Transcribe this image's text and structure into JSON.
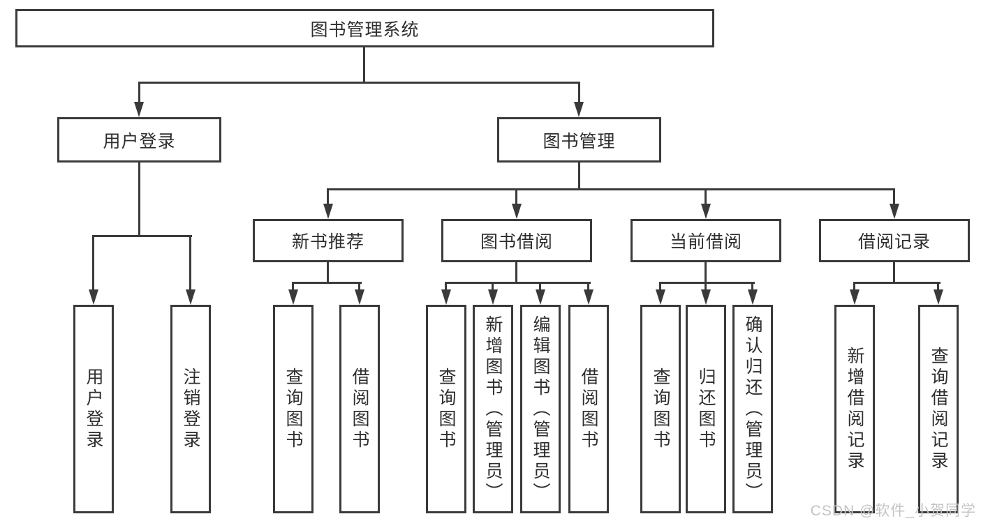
{
  "colors": {
    "line": "#3a3a3a",
    "text": "#2e2e2e",
    "watermark": "#c4c4c4",
    "background": "#ffffff"
  },
  "watermark": {
    "text": "CSDN @软件_小贺同学"
  },
  "diagram": {
    "root": {
      "label": "图书管理系统",
      "children": [
        {
          "label": "用户登录",
          "children": [
            {
              "label": "用户登录"
            },
            {
              "label": "注销登录"
            }
          ]
        },
        {
          "label": "图书管理",
          "children": [
            {
              "label": "新书推荐",
              "children": [
                {
                  "label": "查询图书"
                },
                {
                  "label": "借阅图书"
                }
              ]
            },
            {
              "label": "图书借阅",
              "children": [
                {
                  "label": "查询图书"
                },
                {
                  "label": "新增图书（管理员）"
                },
                {
                  "label": "编辑图书（管理员）"
                },
                {
                  "label": "借阅图书"
                }
              ]
            },
            {
              "label": "当前借阅",
              "children": [
                {
                  "label": "查询图书"
                },
                {
                  "label": "归还图书"
                },
                {
                  "label": "确认归还（管理员）"
                }
              ]
            },
            {
              "label": "借阅记录",
              "children": [
                {
                  "label": "新增借阅记录"
                },
                {
                  "label": "查询借阅记录"
                }
              ]
            }
          ]
        }
      ]
    }
  }
}
